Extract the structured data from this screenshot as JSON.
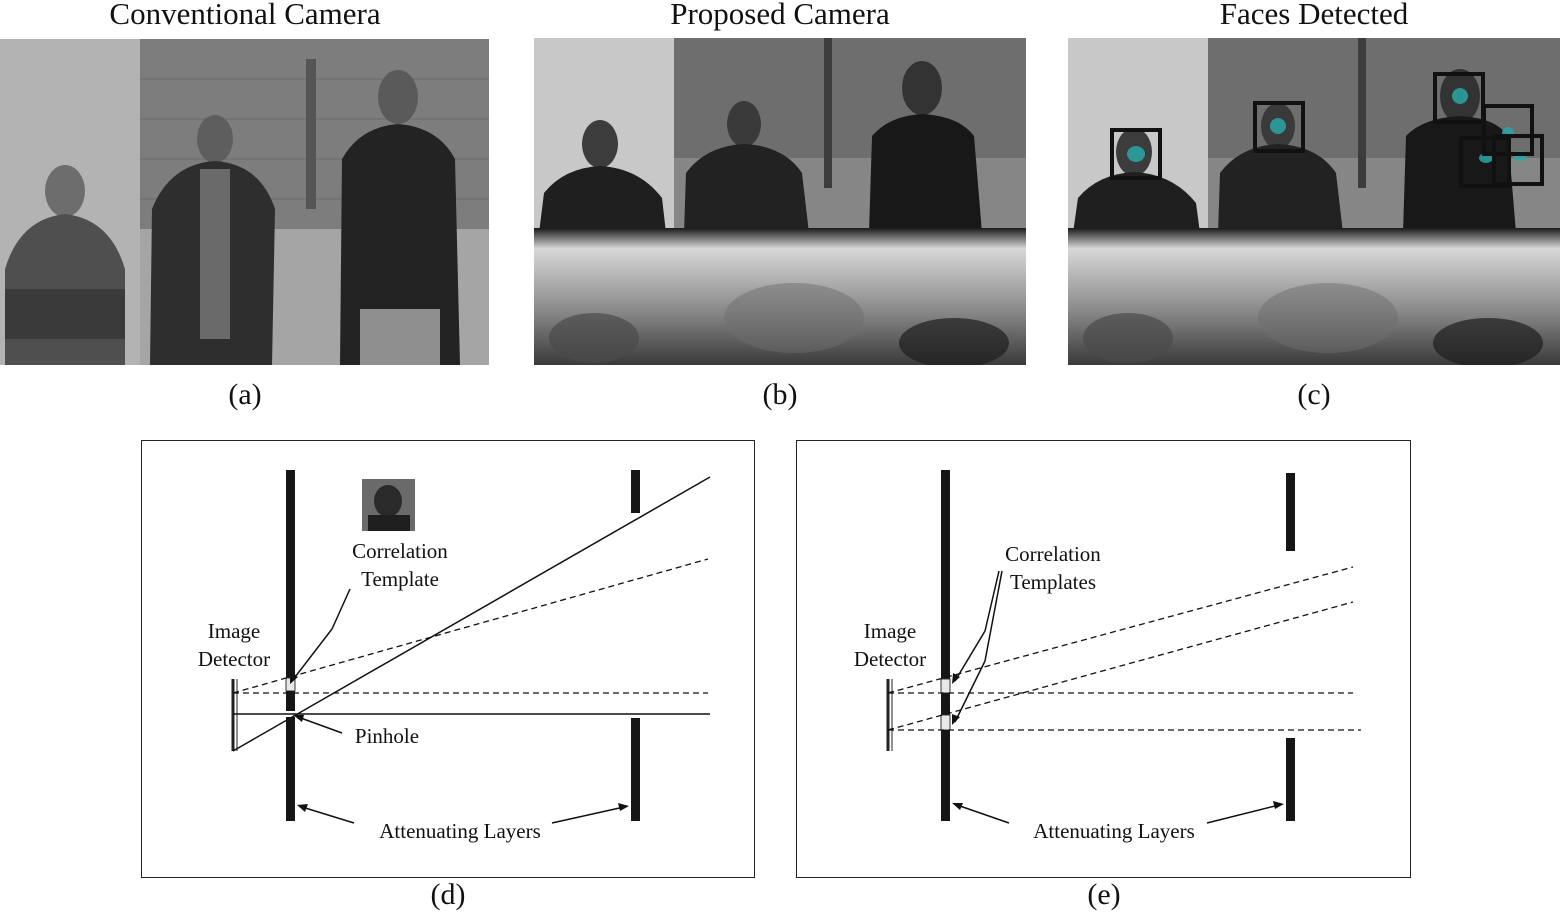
{
  "panels": {
    "a": {
      "title": "Conventional Camera",
      "caption": "(a)"
    },
    "b": {
      "title": "Proposed Camera",
      "caption": "(b)"
    },
    "c": {
      "title": "Faces Detected",
      "caption": "(c)"
    },
    "d": {
      "caption": "(d)",
      "correlation_label_1": "Correlation",
      "correlation_label_2": "Template",
      "detector_label_1": "Image",
      "detector_label_2": "Detector",
      "pinhole_label": "Pinhole",
      "layers_label": "Attenuating Layers"
    },
    "e": {
      "caption": "(e)",
      "correlation_label_1": "Correlation",
      "correlation_label_2": "Templates",
      "detector_label_1": "Image",
      "detector_label_2": "Detector",
      "layers_label": "Attenuating Layers"
    }
  },
  "colors": {
    "detection_box": "#111111",
    "face_marker": "#2aa6a6"
  }
}
